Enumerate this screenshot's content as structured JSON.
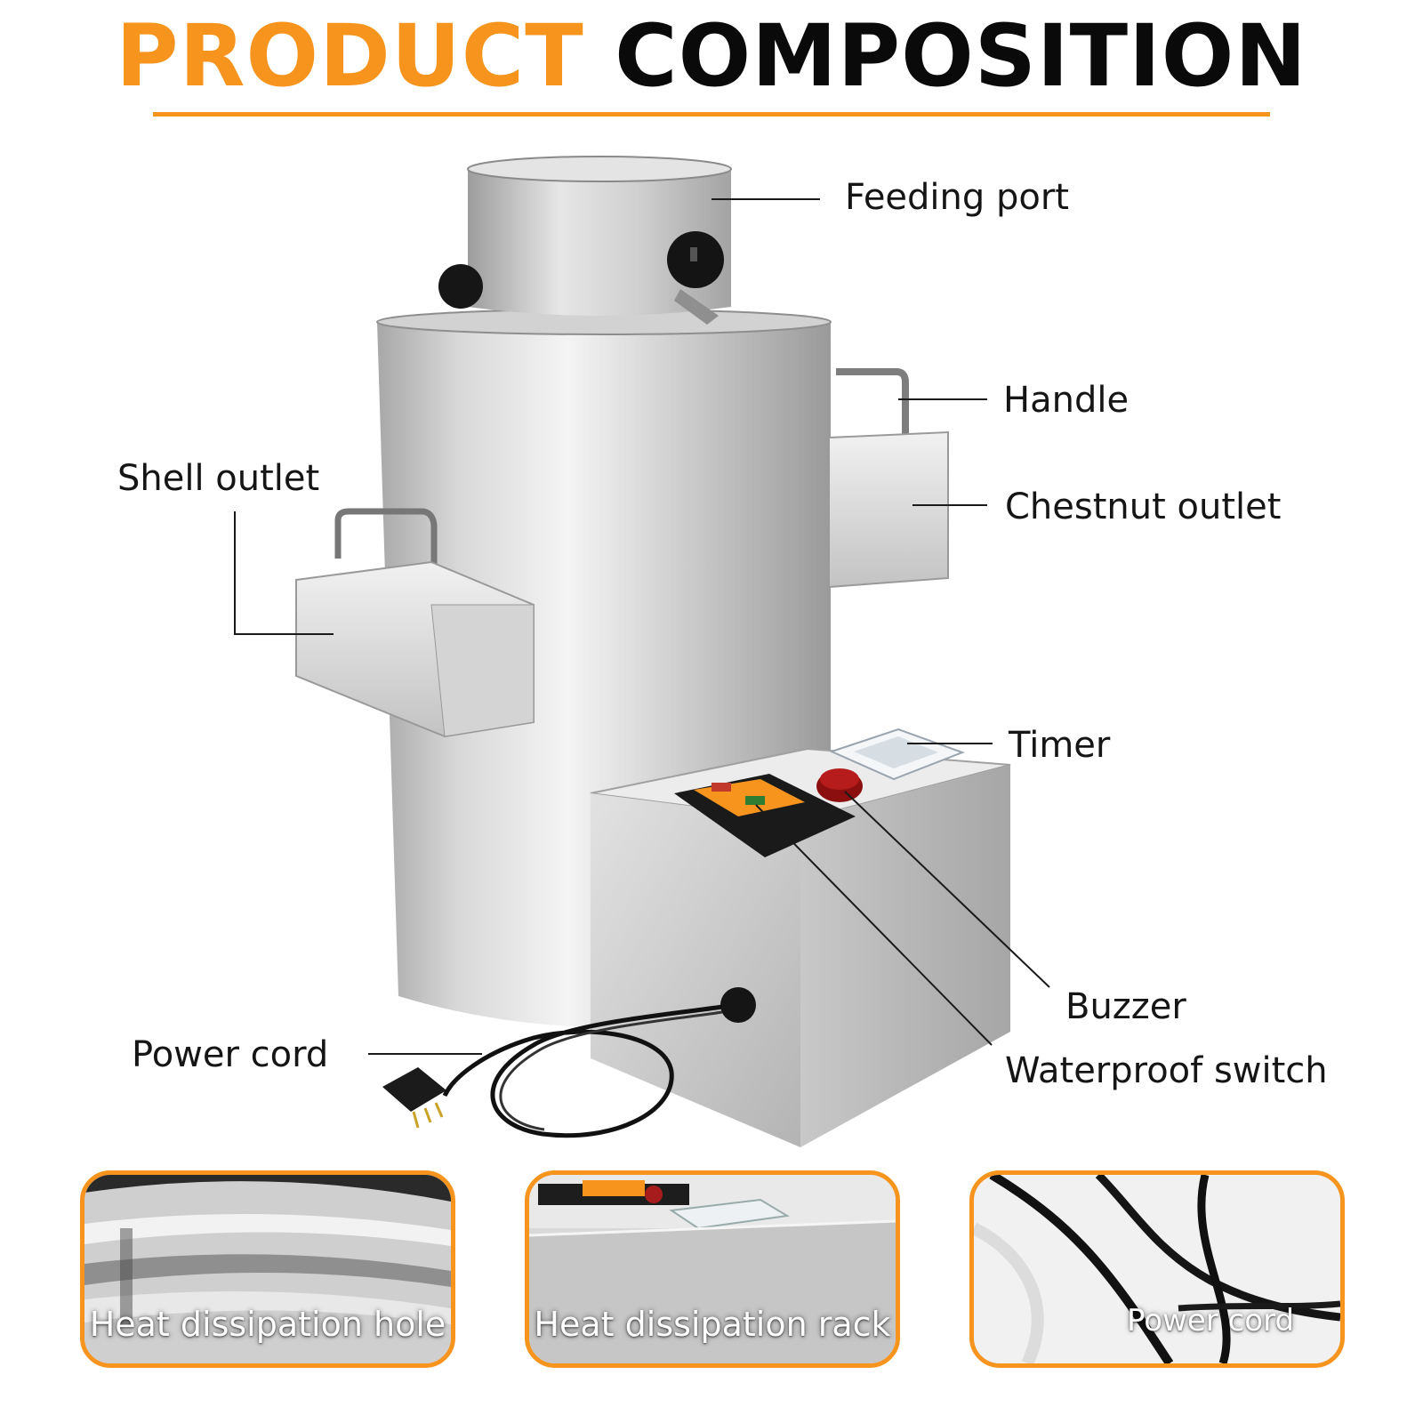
{
  "header": {
    "title_accent": "PRODUCT",
    "title_main": "COMPOSITION"
  },
  "colors": {
    "accent": "#F7941D",
    "steel_light": "#f2f2f2",
    "steel_mid": "#b9b9b9",
    "steel_dark": "#8c8c8c",
    "text": "#151515"
  },
  "callouts": {
    "feeding_port": "Feeding port",
    "handle": "Handle",
    "chestnut_outlet": "Chestnut outlet",
    "shell_outlet": "Shell outlet",
    "timer": "Timer",
    "buzzer": "Buzzer",
    "waterproof_switch": "Waterproof switch",
    "power_cord": "Power cord"
  },
  "details": [
    {
      "caption": "Heat dissipation hole"
    },
    {
      "caption": "Heat dissipation rack"
    },
    {
      "caption": "Power cord"
    }
  ]
}
